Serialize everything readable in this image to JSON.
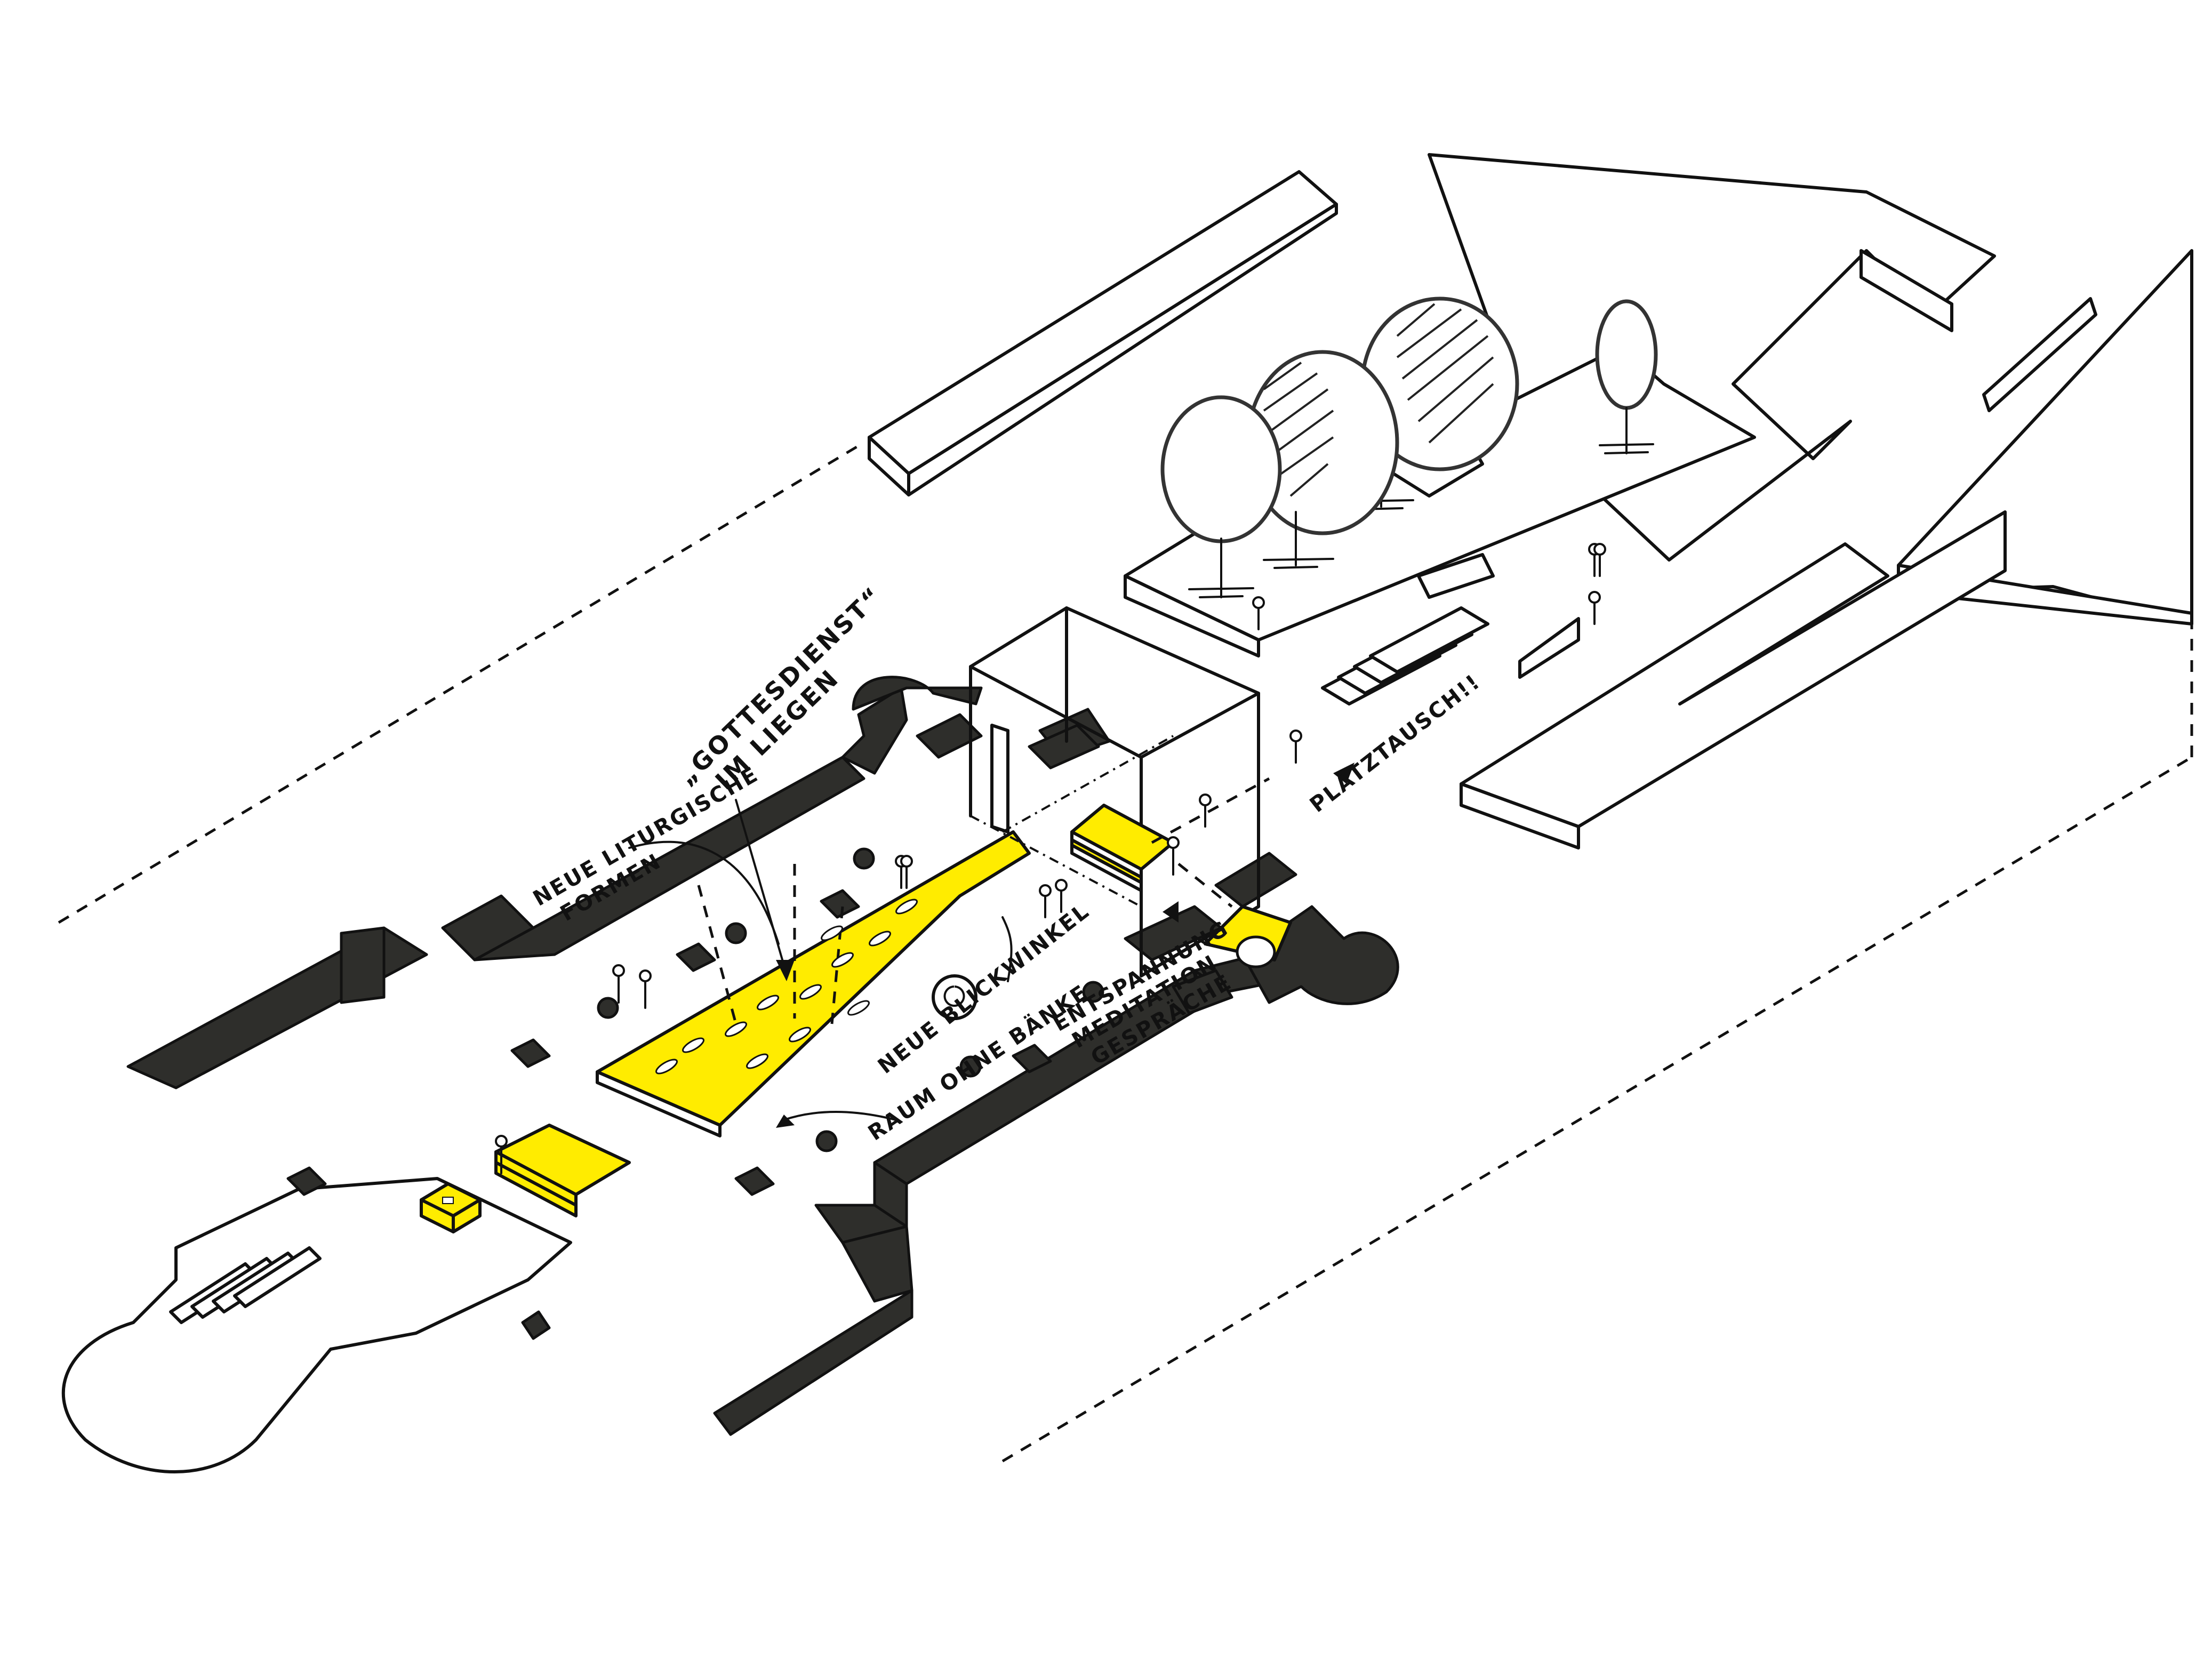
{
  "title": "Axonometric concept sketch – church interior reorganisation",
  "colors": {
    "accent": "#ffec00",
    "wall": "#2e2e2b",
    "ink": "#111111",
    "paper": "#ffffff"
  },
  "annotations": {
    "liturgy_line1": "NEUE LITURGISCHE",
    "liturgy_line2": "FORMEN",
    "service_line1": "„GOTTESDIENST“",
    "service_line2": "IM LIEGEN",
    "perspective": "NEUE BLICKWINKEL",
    "no_pews": "RAUM OHNE BÄNKE",
    "uses_line1": "ENTSPANNUNG",
    "uses_line2": "MEDITATION",
    "uses_line3": "GESPRÄCHE",
    "swap": "PLATZTAUSCH!!"
  },
  "elements": {
    "nave_mat": "yellow-floor-mat",
    "rolled_mat": "rolled-yellow-mat",
    "altar_platform": "yellow-stepped-platform",
    "stacked_mats": "stacked-yellow-mats",
    "book_box": "yellow-box-with-open-book",
    "pews_relocated": "pews-on-square",
    "pews_removed": "pews-in-apse-slab",
    "trees": "tree-icons"
  }
}
